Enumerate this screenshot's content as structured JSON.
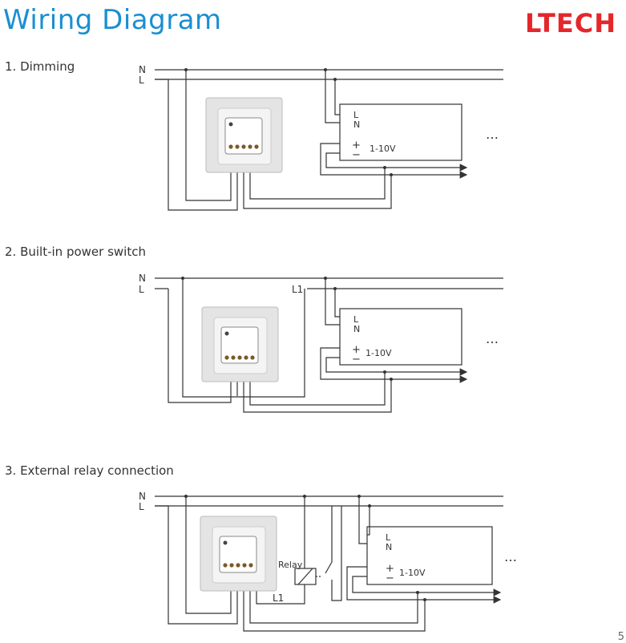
{
  "header": {
    "title": "Wiring Diagram",
    "logo": "LTECH",
    "page_number": "5"
  },
  "sections": [
    {
      "title": "1. Dimming"
    },
    {
      "title": "2. Built-in power switch"
    },
    {
      "title": "3. External relay connection"
    }
  ],
  "labels": {
    "N": "N",
    "L": "L",
    "L1": "L1",
    "plus": "+",
    "minus": "−",
    "signal": "1-10V",
    "ellipsis": "…",
    "relay": "Relay",
    "terminal_N": "N",
    "terminal_L": "L",
    "terminal_L1": "L1",
    "terminal_plus": "+",
    "terminal_minus": "−"
  },
  "colors": {
    "title": "#1a8fd1",
    "logo": "#e5262b",
    "wire": "#333333",
    "panel": "#e4e4e4"
  },
  "icons": [
    "dimmer-panel-icon",
    "relay-coil-icon",
    "switch-contact-icon",
    "arrow-right-icon"
  ]
}
